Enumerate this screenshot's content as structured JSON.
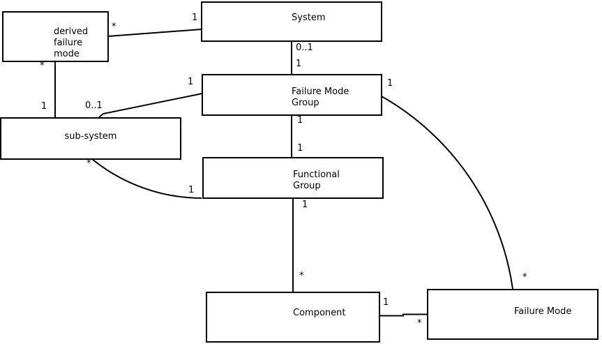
{
  "diagram": {
    "type": "uml-class-diagram",
    "background_color": "#ffffff",
    "line_color": "#000000",
    "text_color": "#000000",
    "entities": {
      "dfm": {
        "name": "derived failure mode",
        "lines": [
          "derived",
          "failure",
          "mode"
        ]
      },
      "system": {
        "name": "System",
        "lines": [
          "System"
        ]
      },
      "fmg": {
        "name": "Failure Mode Group",
        "lines": [
          "Failure Mode",
          "Group"
        ]
      },
      "subsystem": {
        "name": "sub-system",
        "lines": [
          "sub-system"
        ]
      },
      "fg": {
        "name": "Functional Group",
        "lines": [
          "Functional",
          "Group"
        ]
      },
      "component": {
        "name": "Component",
        "lines": [
          "Component"
        ]
      },
      "fm": {
        "name": "Failure Mode",
        "lines": [
          "Failure Mode"
        ]
      }
    },
    "relations": [
      {
        "from": "System",
        "to": "derived failure mode",
        "from_mult": "1",
        "to_mult": "*"
      },
      {
        "from": "derived failure mode",
        "to": "sub-system",
        "from_mult": "*",
        "to_mult": "1"
      },
      {
        "from": "System",
        "to": "Failure Mode Group",
        "from_mult": "0..1",
        "to_mult": "1"
      },
      {
        "from": "Failure Mode Group",
        "to": "sub-system",
        "from_mult": "1",
        "to_mult": "0..1"
      },
      {
        "from": "sub-system",
        "to": "Functional Group",
        "from_mult": "*",
        "to_mult": "1"
      },
      {
        "from": "Failure Mode Group",
        "to": "Functional Group",
        "from_mult": "1",
        "to_mult": "1"
      },
      {
        "from": "Functional Group",
        "to": "Component",
        "from_mult": "1",
        "to_mult": "*"
      },
      {
        "from": "Component",
        "to": "Failure Mode",
        "from_mult": "1",
        "to_mult": "*"
      },
      {
        "from": "Failure Mode Group",
        "to": "Failure Mode",
        "from_mult": "1",
        "to_mult": "*"
      }
    ]
  }
}
